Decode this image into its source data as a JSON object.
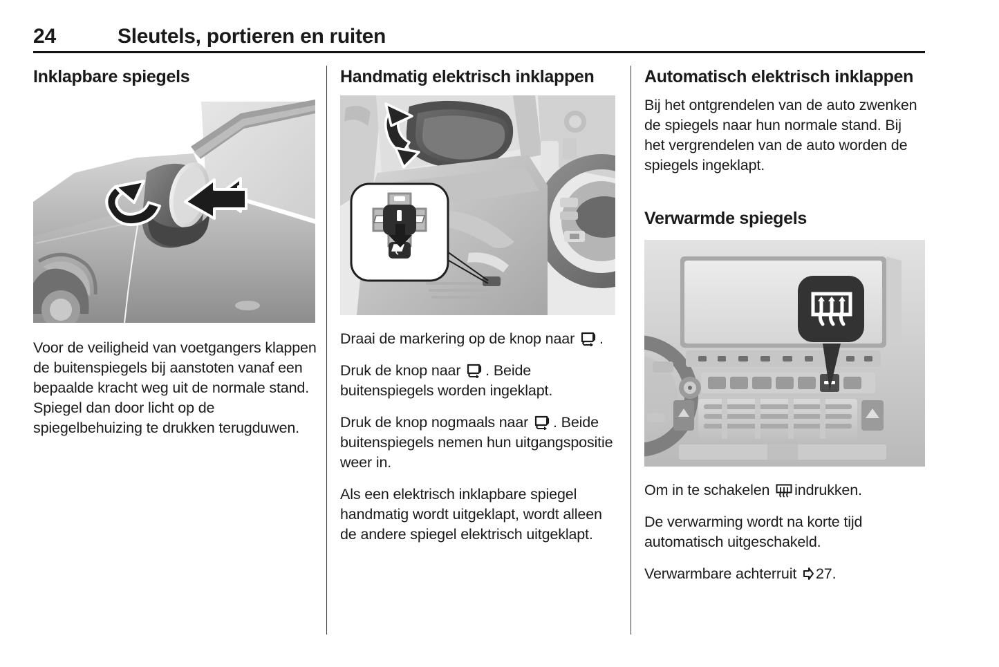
{
  "header": {
    "page_number": "24",
    "chapter_title": "Sleutels, portieren en ruiten"
  },
  "columns": {
    "left": {
      "title": "Inklapbare spiegels",
      "figure_caption": "car-exterior-mirror-fold-illustration",
      "paragraphs": [
        "Voor de veiligheid van voetgangers klappen de buitenspiegels bij aanstoten vanaf een bepaalde kracht weg uit de normale stand. Spiegel dan door licht op de spiegelbehuizing te drukken terugduwen."
      ]
    },
    "middle": {
      "title": "Handmatig elektrisch inklappen",
      "figure_caption": "door-panel-mirror-switch-illustration",
      "paragraph_1_a": "Draai de markering op de knop naar",
      "paragraph_1_b": ".",
      "paragraph_2_a": "Druk de knop naar",
      "paragraph_2_b": ". Beide buitenspiegels worden ingeklapt.",
      "paragraph_3_a": "Druk de knop nogmaals naar",
      "paragraph_3_b": ". Beide buitenspiegels nemen hun uitgangspositie weer in.",
      "paragraph_4": "Als een elektrisch inklapbare spiegel handmatig wordt uitgeklapt, wordt alleen de andere spiegel elektrisch uitgeklapt."
    },
    "right": {
      "title_1": "Automatisch elektrisch inklappen",
      "paragraph_1": "Bij het ontgrendelen van de auto zwenken de spiegels naar hun normale stand. Bij het vergrendelen van de auto worden de spiegels ingeklapt.",
      "title_2": "Verwarmde spiegels",
      "figure_caption": "center-console-defrost-button-illustration",
      "paragraph_2_a": "Om in te schakelen",
      "paragraph_2_b": "indrukken.",
      "paragraph_3": "De verwarming wordt na korte tijd automatisch uitgeschakeld.",
      "paragraph_4_a": "Verwarmbare achterruit",
      "paragraph_4_b": "27."
    }
  },
  "icons": {
    "mirror_fold": "mirror-fold-icon",
    "rear_defrost": "rear-window-defrost-icon",
    "cross_reference_arrow": "cross-reference-arrow-icon"
  },
  "colors": {
    "text": "#1a1a1a",
    "rule": "#111111",
    "separator": "#3a3a3a",
    "illustration_light": "#e3e3e3",
    "illustration_mid": "#b8b8b8",
    "illustration_dark": "#6e6e6e",
    "callout_dark": "#333333"
  }
}
